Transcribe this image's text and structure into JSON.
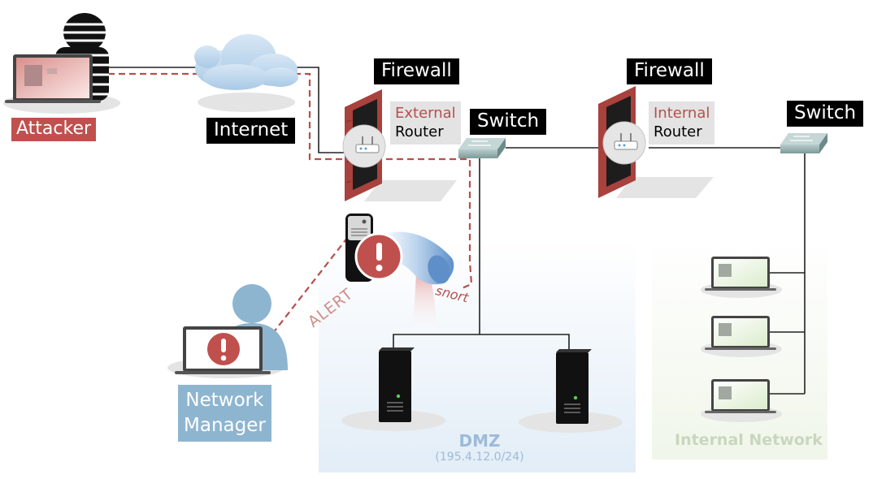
{
  "labels": {
    "attacker": "Attacker",
    "internet": "Internet",
    "firewall_external": "Firewall",
    "firewall_internal": "Firewall",
    "external_router_line1": "External",
    "external_router_line2": "Router",
    "internal_router_line1": "Internal",
    "internal_router_line2": "Router",
    "switch_dmz": "Switch",
    "switch_internal": "Switch",
    "manager_line1": "Network",
    "manager_line2": "Manager",
    "alert": "ALERT",
    "snort": "snort",
    "dmz_title": "DMZ",
    "dmz_subnet": "(195.4.12.0/24)",
    "internal_network": "Internal Network"
  },
  "colors": {
    "attack_path": "#b5504c",
    "firewall_red": "#a9413d",
    "alert_red": "#c0504d",
    "dmz_zone": "#e8f0f8",
    "internal_zone": "#f3f8ee",
    "manager_blue": "#8eb5d0",
    "switch_gray": "#8fa8a8"
  },
  "icons": {
    "attacker": "hacker-figure-icon",
    "cloud": "cloud-icon",
    "firewall": "brick-firewall-icon",
    "router": "router-icon",
    "switch": "network-switch-icon",
    "ids_sensor": "ids-sensor-icon",
    "server": "server-icon",
    "laptop": "laptop-icon",
    "alert": "exclamation-alert-icon"
  }
}
